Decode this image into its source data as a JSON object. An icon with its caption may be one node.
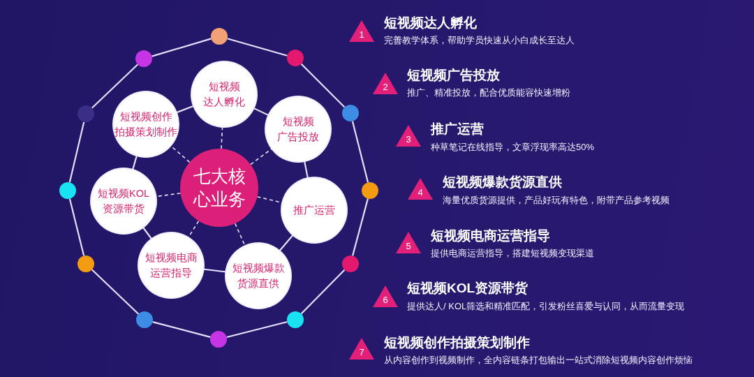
{
  "diagram": {
    "nodes": [
      {
        "text": [
          "七大核心业务"
        ]
      },
      {
        "text": [
          "短视频达人孵化"
        ]
      },
      {
        "text": [
          "短视频广告投放"
        ]
      },
      {
        "text": [
          "推广运营"
        ]
      },
      {
        "text": [
          "短视频爆款货源直供"
        ]
      },
      {
        "text": [
          "短视频电商运营指导"
        ]
      },
      {
        "text": [
          "短视频KOL资源带货"
        ]
      },
      {
        "text": [
          "短视频创作拍摄策划制作"
        ]
      },
      {
        "text": [],
        "shape": "circle"
      },
      {
        "text": [],
        "shape": "circle"
      },
      {
        "text": [],
        "shape": "circle"
      },
      {
        "text": [],
        "shape": "circle"
      },
      {
        "text": [],
        "shape": "circle"
      },
      {
        "text": [],
        "shape": "circle"
      },
      {
        "text": [],
        "shape": "circle"
      },
      {
        "text": [],
        "shape": "circle"
      },
      {
        "text": [],
        "shape": "circle"
      },
      {
        "text": [],
        "shape": "circle"
      },
      {
        "text": [],
        "shape": "circle"
      },
      {
        "text": [],
        "shape": "circle"
      },
      {
        "text": [
          "1"
        ],
        "beside": [
          "短视频达人孵化",
          "完善教学体系，帮助学员快速从小白成长至达人"
        ]
      },
      {
        "text": [
          "2"
        ],
        "beside": [
          "短视频广告投放",
          "推广、精准投放，配合优质能容快速增粉"
        ]
      },
      {
        "text": [
          "3"
        ],
        "beside": [
          "推广运营",
          "种草笔记在线指导，文章浮现率高达50%"
        ]
      },
      {
        "text": [
          "4"
        ],
        "beside": [
          "短视频爆款货源直供",
          "海量优质货源提供，产品好玩有特色，附带产品参考视频"
        ]
      },
      {
        "text": [
          "5"
        ],
        "beside": [
          "短视频电商运营指导",
          "提供电商运营指导，搭建短视频变现渠道"
        ]
      },
      {
        "text": [
          "6"
        ],
        "beside": [
          "短视频KOL资源带货",
          "提供达人/ KOL筛选和精准匹配，引发粉丝喜爱与认同，从而流量变现"
        ]
      },
      {
        "text": [
          "7"
        ],
        "beside": [
          "短视频创作拍摄策划制作",
          "从内容创作到视频制作，全内容链条打包输出一站式消除短视频内容创作烦恼"
        ]
      }
    ],
    "edges": [
      {
        "from": 0,
        "to": 1,
        "arrow": "none",
        "style": "dashed"
      },
      {
        "from": 0,
        "to": 2,
        "arrow": "none",
        "style": "dashed"
      },
      {
        "from": 0,
        "to": 3,
        "arrow": "none",
        "style": "dashed"
      },
      {
        "from": 0,
        "to": 4,
        "arrow": "none",
        "style": "dashed"
      },
      {
        "from": 0,
        "to": 5,
        "arrow": "none",
        "style": "dashed"
      },
      {
        "from": 0,
        "to": 6,
        "arrow": "none",
        "style": "dashed"
      },
      {
        "from": 0,
        "to": 7,
        "arrow": "none",
        "style": "dashed"
      },
      {
        "from": 1,
        "to": 2,
        "arrow": "none"
      },
      {
        "from": 2,
        "to": 3,
        "arrow": "none"
      },
      {
        "from": 3,
        "to": 4,
        "arrow": "none"
      },
      {
        "from": 4,
        "to": 5,
        "arrow": "none"
      },
      {
        "from": 5,
        "to": 6,
        "arrow": "none"
      },
      {
        "from": 6,
        "to": 7,
        "arrow": "none"
      },
      {
        "from": 7,
        "to": 1,
        "arrow": "none"
      },
      {
        "from": 8,
        "to": 9,
        "arrow": "none"
      },
      {
        "from": 9,
        "to": 10,
        "arrow": "none"
      },
      {
        "from": 10,
        "to": 11,
        "arrow": "none"
      },
      {
        "from": 11,
        "to": 12,
        "arrow": "none"
      },
      {
        "from": 12,
        "to": 13,
        "arrow": "none"
      },
      {
        "from": 13,
        "to": 14,
        "arrow": "none"
      },
      {
        "from": 14,
        "to": 15,
        "arrow": "none"
      },
      {
        "from": 15,
        "to": 16,
        "arrow": "none"
      },
      {
        "from": 16,
        "to": 17,
        "arrow": "none"
      },
      {
        "from": 17,
        "to": 18,
        "arrow": "none"
      },
      {
        "from": 18,
        "to": 19,
        "arrow": "none"
      },
      {
        "from": 19,
        "to": 8,
        "arrow": "none"
      }
    ]
  }
}
